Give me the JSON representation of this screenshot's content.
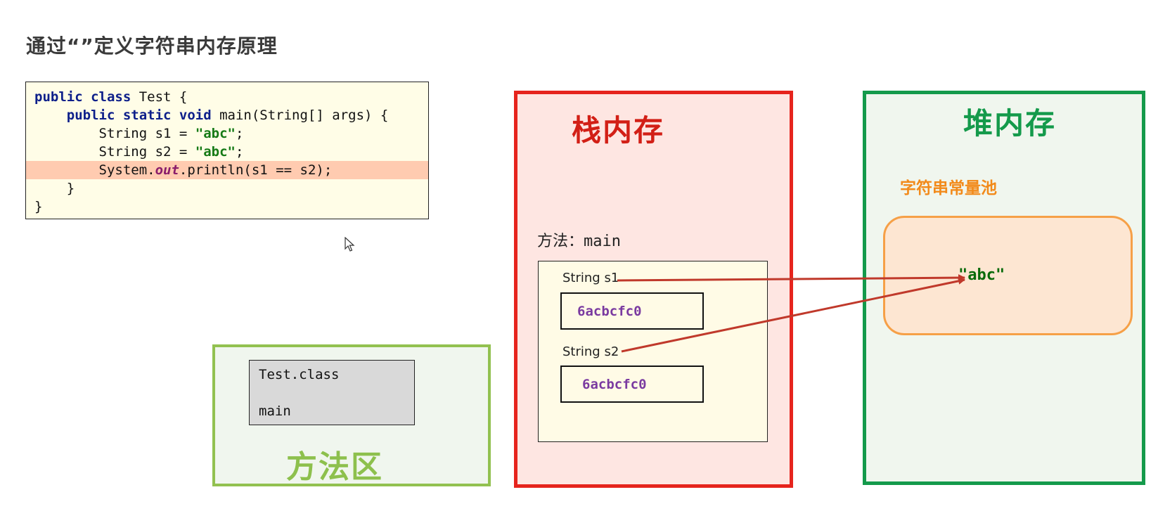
{
  "title": "通过“”定义字符串内存原理",
  "code": {
    "lines": [
      [
        {
          "t": "public class",
          "c": "kw"
        },
        {
          "t": " Test {",
          "c": ""
        }
      ],
      [
        {
          "t": "    ",
          "c": ""
        },
        {
          "t": "public static void",
          "c": "kw"
        },
        {
          "t": " main(String[] args) {",
          "c": ""
        }
      ],
      [
        {
          "t": "        String s1 = ",
          "c": ""
        },
        {
          "t": "\"abc\"",
          "c": "str"
        },
        {
          "t": ";",
          "c": ""
        }
      ],
      [
        {
          "t": "        String s2 = ",
          "c": ""
        },
        {
          "t": "\"abc\"",
          "c": "str"
        },
        {
          "t": ";",
          "c": ""
        }
      ],
      [
        {
          "t": "        System.",
          "c": ""
        },
        {
          "t": "out",
          "c": "fld"
        },
        {
          "t": ".println(s1 == s2);",
          "c": ""
        }
      ],
      [
        {
          "t": "    }",
          "c": ""
        }
      ],
      [
        {
          "t": "}",
          "c": ""
        }
      ]
    ],
    "highlight_line": 4
  },
  "stack": {
    "title": "栈内存",
    "method_prefix": "方法：",
    "method_name": "main",
    "vars": [
      {
        "label": "String s1",
        "value": "6acbcfc0"
      },
      {
        "label": "String s2",
        "value": "6acbcfc0"
      }
    ]
  },
  "heap": {
    "title": "堆内存",
    "pool_title": "字符串常量池",
    "pool_value": "\"abc\""
  },
  "method_area": {
    "title": "方法区",
    "class_name": "Test.class",
    "method_name": "main"
  },
  "colors": {
    "stack_border": "#e6241d",
    "heap_border": "#149a4b",
    "method_area_border": "#92c150",
    "pool_border": "#f6a047",
    "arrow": "#c0392b"
  }
}
